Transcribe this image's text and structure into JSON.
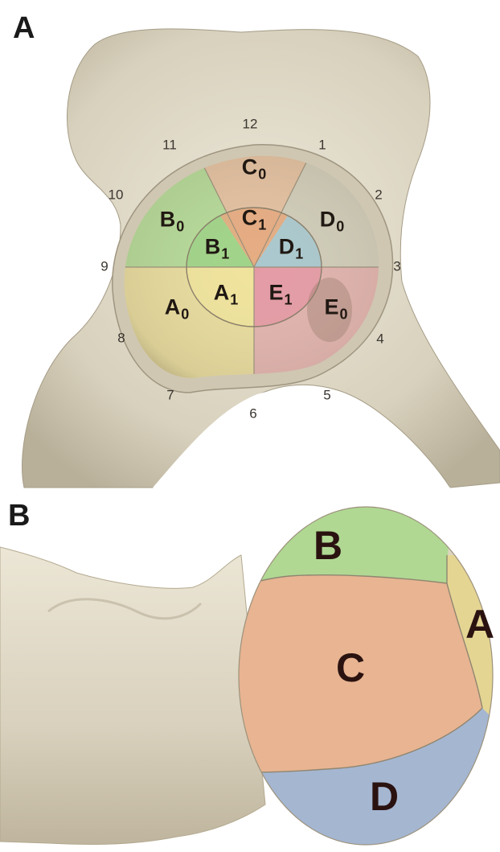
{
  "panel_a": {
    "label": "A",
    "clock_positions": [
      "1",
      "2",
      "3",
      "4",
      "5",
      "6",
      "7",
      "8",
      "9",
      "10",
      "11",
      "12"
    ],
    "zones": {
      "A0": {
        "letter": "A",
        "sub": "0",
        "color": "#e9dc92"
      },
      "A1": {
        "letter": "A",
        "sub": "1",
        "color": "#efe39c"
      },
      "B0": {
        "letter": "B",
        "sub": "0",
        "color": "#a9d98c"
      },
      "B1": {
        "letter": "B",
        "sub": "1",
        "color": "#9ed487"
      },
      "C0": {
        "letter": "C",
        "sub": "0",
        "color": "#e6b68f"
      },
      "C1": {
        "letter": "C",
        "sub": "1",
        "color": "#e6a97d"
      },
      "D0": {
        "letter": "D",
        "sub": "0",
        "color": "#c9c7b6"
      },
      "D1": {
        "letter": "D",
        "sub": "1",
        "color": "#a6c7cf"
      },
      "E0": {
        "letter": "E",
        "sub": "0",
        "color": "#e3a3a6"
      },
      "E1": {
        "letter": "E",
        "sub": "1",
        "color": "#e498a4"
      }
    }
  },
  "panel_b": {
    "label": "B",
    "zones": {
      "A": {
        "label": "A",
        "color": "#e6d58e"
      },
      "B": {
        "label": "B",
        "color": "#abd88e"
      },
      "C": {
        "label": "C",
        "color": "#e8b18e"
      },
      "D": {
        "label": "D",
        "color": "#9fb3d3"
      }
    }
  }
}
